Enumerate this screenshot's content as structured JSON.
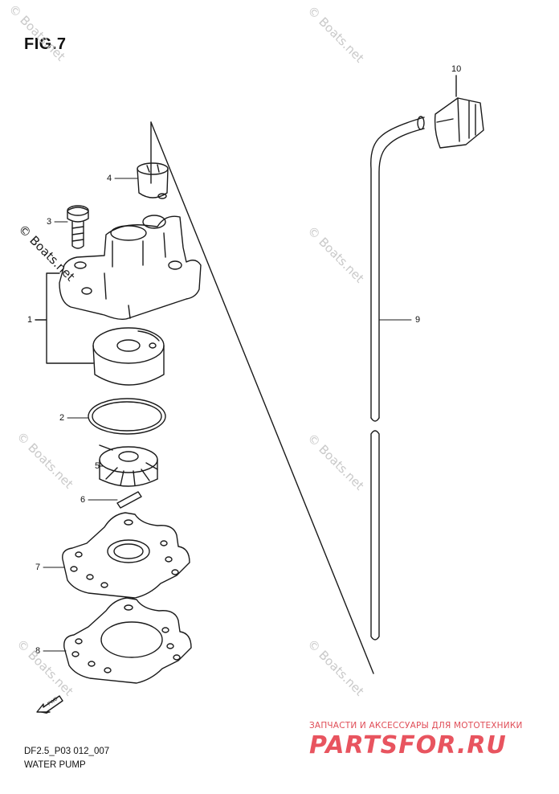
{
  "figure": {
    "title": "FIG.7",
    "model_code": "DF2.5_P03 012_007",
    "name": "WATER PUMP"
  },
  "callouts": [
    "1",
    "2",
    "3",
    "4",
    "5",
    "6",
    "7",
    "8",
    "9",
    "10"
  ],
  "watermarks": {
    "boats": "© Boats.net",
    "promo_line": "ЗАПЧАСТИ И АКСЕССУАРЫ ДЛЯ МОТОТЕХНИКИ",
    "promo_brand": "PARTSFOR.RU"
  },
  "icons": {
    "forward_arrow": "fwd-arrow-icon"
  },
  "colors": {
    "line": "#1a1a1a",
    "watermark": "#c9c9c9",
    "brand": "#e8545f"
  }
}
